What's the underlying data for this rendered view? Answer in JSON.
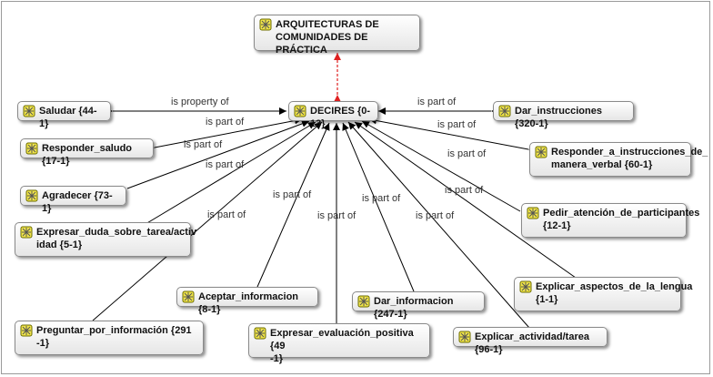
{
  "nodes": {
    "arquitecturas": "ARQUITECTURAS DE\nCOMUNIDADES DE PRÁCTICA",
    "decires": "DECIRES {0-13}",
    "saludar": "Saludar {44-1}",
    "dar_instrucciones": "Dar_instrucciones {320-1}",
    "responder_saludo": "Responder_saludo {17-1}",
    "responder_instrucciones": "Responder_a_instrucciones_de_\nmanera_verbal {60-1}",
    "agradecer": "Agradecer {73-1}",
    "pedir_atencion": "Pedir_atención_de_participantes\n{12-1}",
    "expresar_duda": "Expresar_duda_sobre_tarea/activ\nidad {5-1}",
    "explicar_aspectos": "Explicar_aspectos_de_la_lengua\n{1-1}",
    "aceptar_informacion": "Aceptar_informacion {8-1}",
    "dar_informacion": "Dar_informacion {247-1}",
    "preguntar_informacion": "Preguntar_por_información {291\n-1}",
    "expresar_evaluacion": "Expresar_evaluación_positiva {49\n-1}",
    "explicar_actividad": "Explicar_actividad/tarea {96-1}"
  },
  "edge_labels": {
    "is_property_of": "is property of",
    "is_part_of": "is part of"
  },
  "colors": {
    "edge": "#000000",
    "link_dashed": "#e02020",
    "node_border": "#8a8a8a",
    "icon_fill": "#f2e64a"
  }
}
